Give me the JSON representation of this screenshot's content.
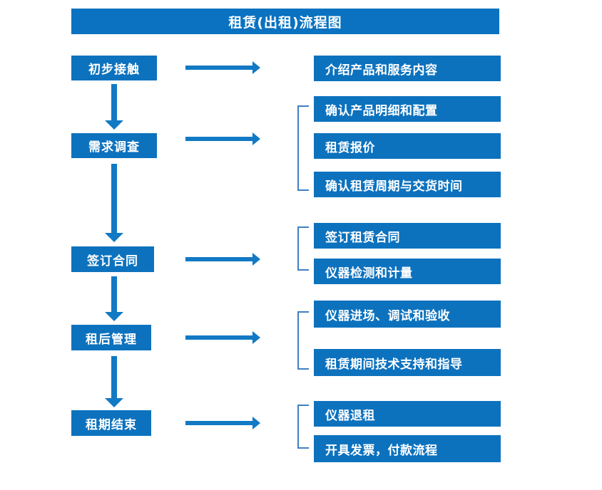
{
  "title": "租赁(出租)流程图",
  "colors": {
    "box_blue": "#0D72BE",
    "title_blue": "#0A72C0",
    "arrow_blue": "#1279C4",
    "bracket_blue": "#3F7FC1",
    "text_white": "#FFFFFF",
    "background": "#FFFFFF"
  },
  "stages": [
    {
      "label": "初步接触"
    },
    {
      "label": "需求调查"
    },
    {
      "label": "签订合同"
    },
    {
      "label": "租后管理"
    },
    {
      "label": "租期结束"
    }
  ],
  "details": [
    {
      "label": "介绍产品和服务内容"
    },
    {
      "label": "确认产品明细和配置"
    },
    {
      "label": "租赁报价"
    },
    {
      "label": "确认租赁周期与交货时间"
    },
    {
      "label": "签订租赁合同"
    },
    {
      "label": "仪器检测和计量"
    },
    {
      "label": "仪器进场、调试和验收"
    },
    {
      "label": "租赁期间技术支持和指导"
    },
    {
      "label": "仪器退租"
    },
    {
      "label": "开具发票，付款流程"
    }
  ],
  "groups": [
    {
      "stage": "需求调查",
      "members": [
        "确认产品明细和配置",
        "租赁报价",
        "确认租赁周期与交货时间"
      ]
    },
    {
      "stage": "签订合同",
      "members": [
        "签订租赁合同",
        "仪器检测和计量"
      ]
    },
    {
      "stage": "租后管理",
      "members": [
        "仪器进场、调试和验收",
        "租赁期间技术支持和指导"
      ]
    },
    {
      "stage": "租期结束",
      "members": [
        "仪器退租",
        "开具发票，付款流程"
      ]
    }
  ],
  "flow_arrows": {
    "vertical_count": 4,
    "horizontal_count": 5
  }
}
